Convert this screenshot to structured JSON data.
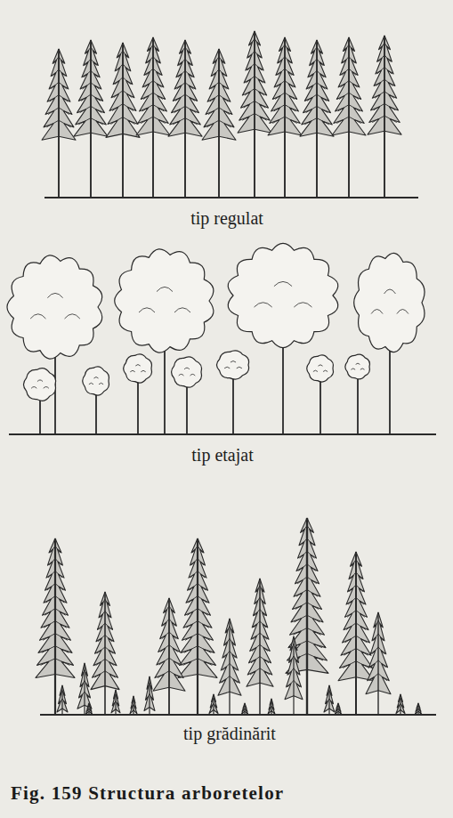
{
  "diagram": {
    "caption": "Fig. 159 Structura arboretelor",
    "labels": [
      "tip regulat",
      "tip etajat",
      "tip grădinărit"
    ]
  }
}
